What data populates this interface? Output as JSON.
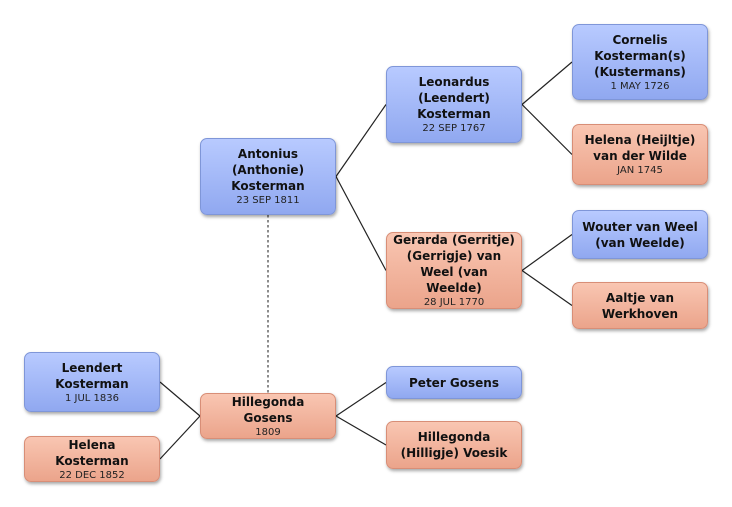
{
  "people": {
    "cornelis": {
      "name": "Cornelis Kosterman(s) (Kustermans)",
      "date": "1 MAY 1726",
      "gender": "male"
    },
    "helena_heijltje": {
      "name": "Helena (Heijltje) van der Wilde",
      "date": "JAN 1745",
      "gender": "female"
    },
    "leonardus": {
      "name": "Leonardus (Leendert) Kosterman",
      "date": "22 SEP 1767",
      "gender": "male"
    },
    "antonius": {
      "name": "Antonius (Anthonie) Kosterman",
      "date": "23 SEP 1811",
      "gender": "male"
    },
    "wouter": {
      "name": "Wouter van Weel (van Weelde)",
      "date": "",
      "gender": "male"
    },
    "gerarda": {
      "name": "Gerarda (Gerritje) (Gerrigje) van Weel (van Weelde)",
      "date": "28 JUL 1770",
      "gender": "female"
    },
    "aaltje": {
      "name": "Aaltje van Werkhoven",
      "date": "",
      "gender": "female"
    },
    "leendert": {
      "name": "Leendert Kosterman",
      "date": "1 JUL 1836",
      "gender": "male"
    },
    "hillegonda_g": {
      "name": "Hillegonda Gosens",
      "date": "1809",
      "gender": "female"
    },
    "peter": {
      "name": "Peter Gosens",
      "date": "",
      "gender": "male"
    },
    "helena_k": {
      "name": "Helena Kosterman",
      "date": "22 DEC 1852",
      "gender": "female"
    },
    "hillegonda_v": {
      "name": "Hillegonda (Hilligje) Voesik",
      "date": "",
      "gender": "female"
    }
  },
  "relations": {
    "parents": [
      {
        "child": "leonardus",
        "parent": "cornelis"
      },
      {
        "child": "leonardus",
        "parent": "helena_heijltje"
      },
      {
        "child": "antonius",
        "parent": "leonardus"
      },
      {
        "child": "antonius",
        "parent": "gerarda"
      },
      {
        "child": "gerarda",
        "parent": "wouter"
      },
      {
        "child": "gerarda",
        "parent": "aaltje"
      },
      {
        "child": "leendert",
        "parent": "hillegonda_g"
      },
      {
        "child": "helena_k",
        "parent": "hillegonda_g"
      },
      {
        "child": "hillegonda_g",
        "parent": "peter"
      },
      {
        "child": "hillegonda_g",
        "parent": "hillegonda_v"
      }
    ],
    "spouses": [
      {
        "a": "antonius",
        "b": "hillegonda_g"
      }
    ]
  },
  "colors": {
    "male": "#a4b9fa",
    "female": "#f2b49e",
    "line": "#222222",
    "spouse_line": "#666666"
  }
}
